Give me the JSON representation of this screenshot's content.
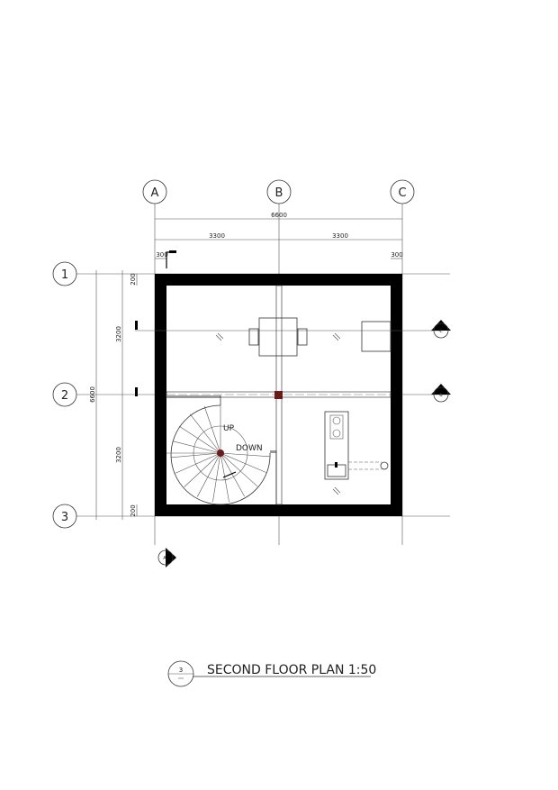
{
  "grid": {
    "columns": [
      "A",
      "B",
      "C"
    ],
    "rows": [
      "1",
      "2",
      "3"
    ]
  },
  "dimensions": {
    "overall_horizontal": "6600",
    "bay_horizontal": [
      "3300",
      "3300"
    ],
    "wall_horizontal": [
      "300",
      "300"
    ],
    "overall_vertical": "6600",
    "bay_vertical": [
      "3200",
      "3200"
    ],
    "wall_vertical": [
      "200",
      "200"
    ]
  },
  "annotations": {
    "stair_up": "UP",
    "stair_down": "DOWN"
  },
  "section_markers": {
    "right_top": "C",
    "right_bottom": "B",
    "bottom": "A"
  },
  "title": {
    "number": "3",
    "text": "SECOND FLOOR PLAN 1:50"
  },
  "colors": {
    "wall": "#000000",
    "column": "#6b1a1a"
  }
}
